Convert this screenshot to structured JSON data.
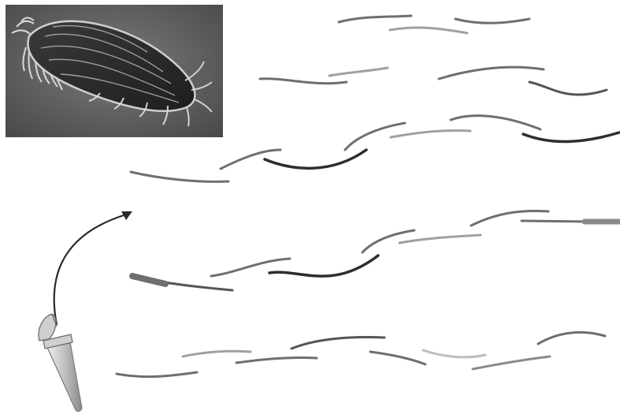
{
  "figure": {
    "photo_icon": "organism-photo",
    "tube_icon": "microcentrifuge-tube-icon",
    "arrow_icon": "curved-arrow-icon"
  },
  "palette": {
    "dark": "#2e2e2e",
    "mid_dark": "#555555",
    "mid": "#6f6f6f",
    "light": "#a0a0a0",
    "lighter": "#bdbdbd"
  },
  "fragment_groups": [
    {
      "name": "top-cluster"
    },
    {
      "name": "upper-middle-cluster"
    },
    {
      "name": "lower-middle-cluster"
    },
    {
      "name": "bottom-cluster"
    }
  ]
}
